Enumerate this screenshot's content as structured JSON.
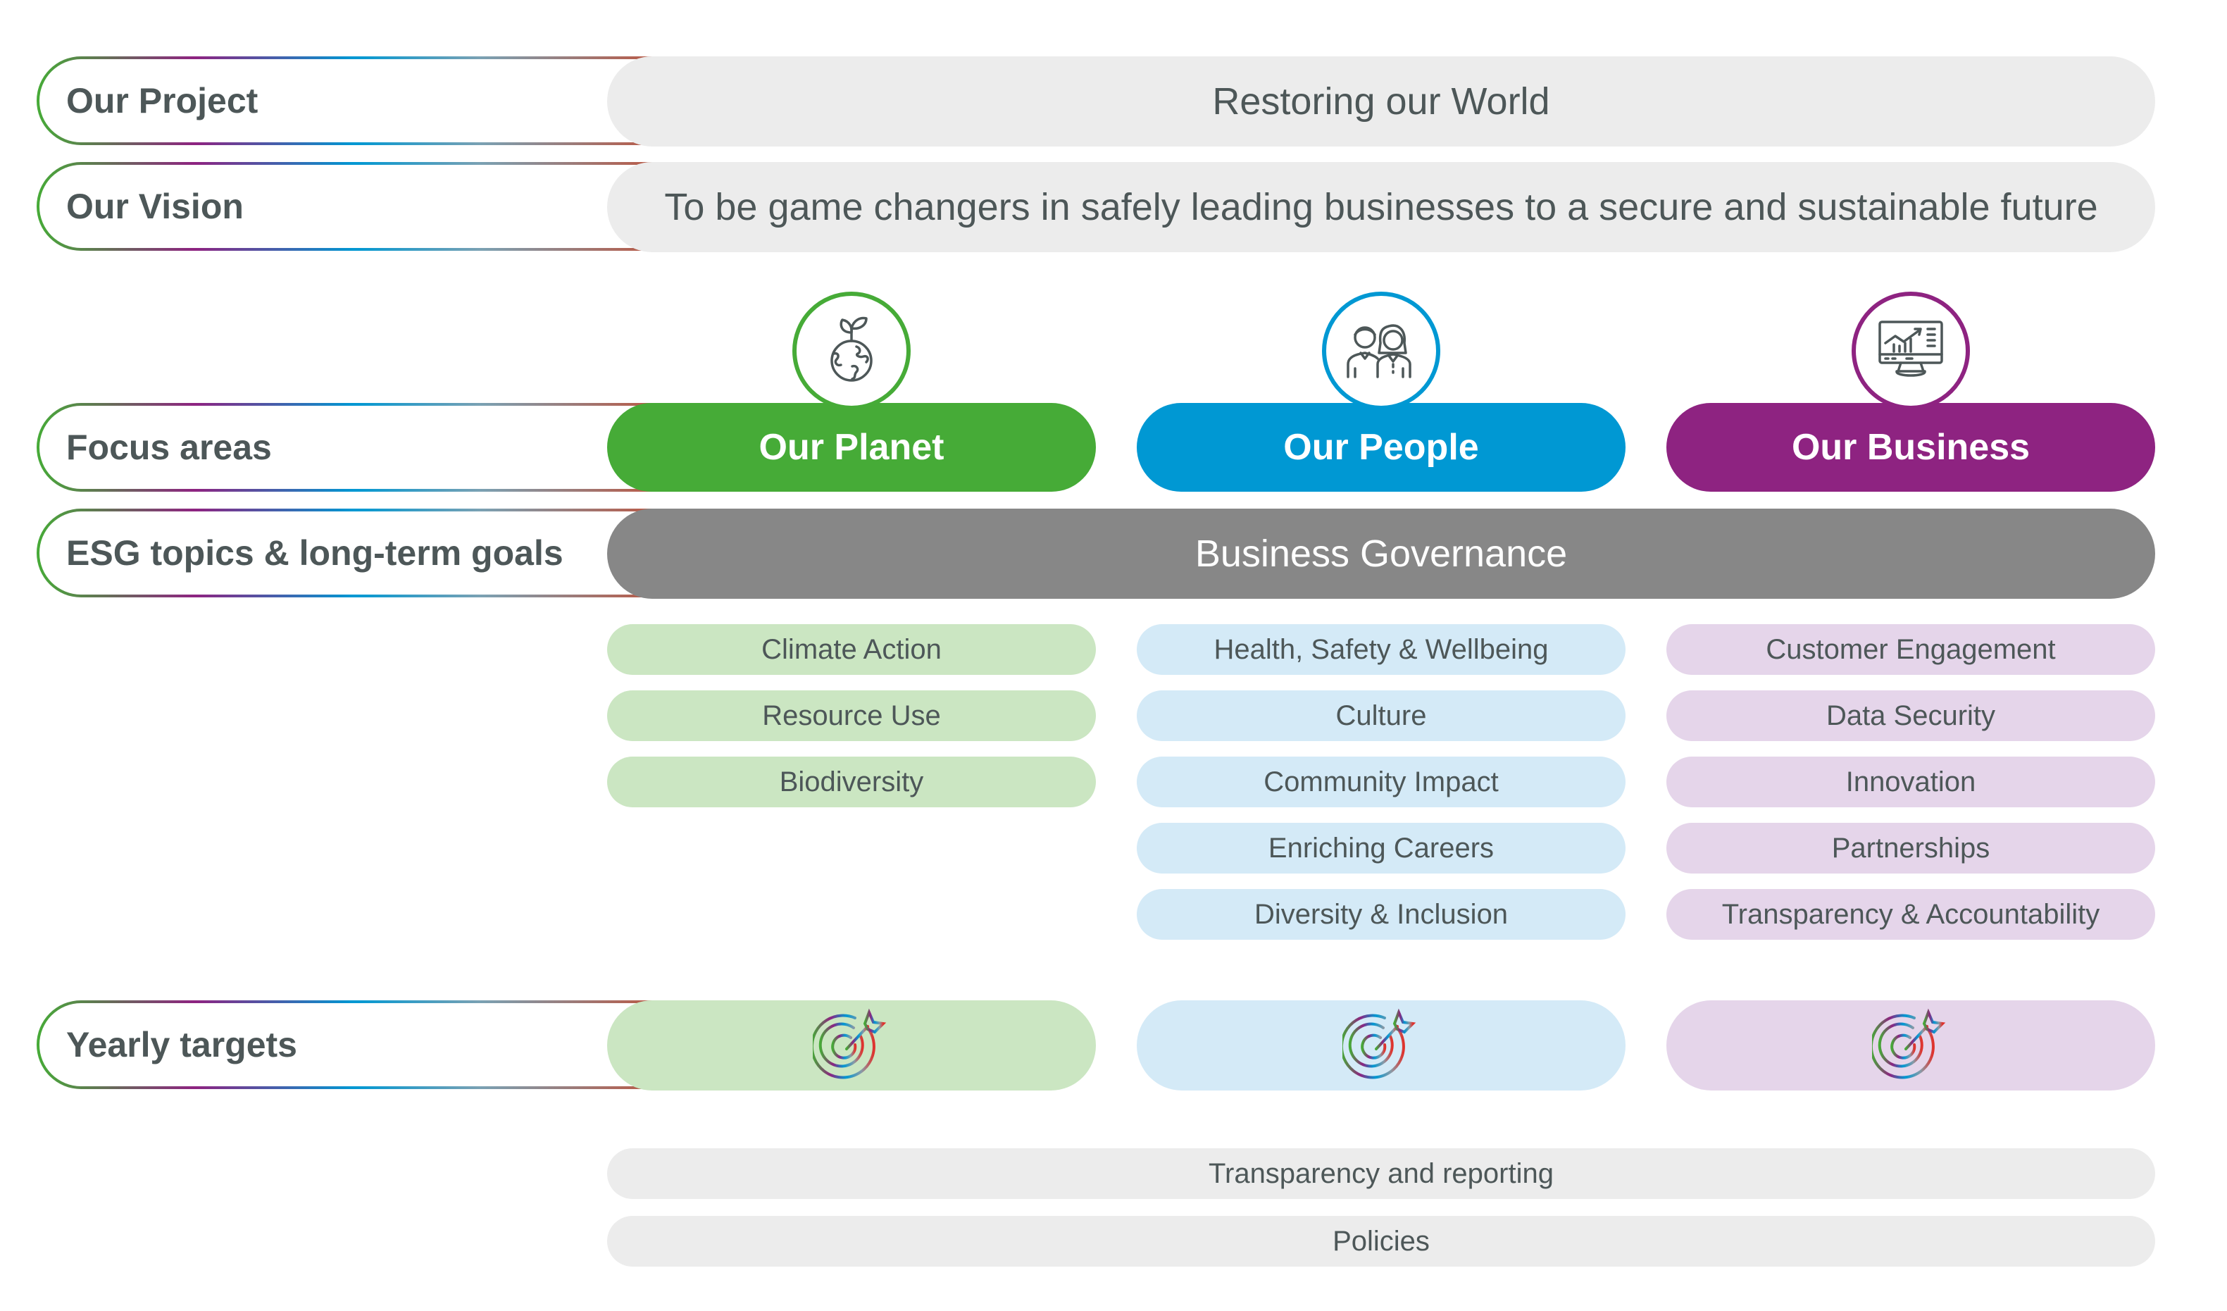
{
  "rows": {
    "project": {
      "label": "Our Project",
      "value": "Restoring our World"
    },
    "vision": {
      "label": "Our Vision",
      "value": "To be game changers in safely leading businesses to a secure and sustainable future"
    },
    "focus": {
      "label": "Focus areas"
    },
    "esg": {
      "label": "ESG topics & long-term goals",
      "value": "Business Governance"
    },
    "yearly": {
      "label": "Yearly targets"
    }
  },
  "pillars": [
    {
      "title": "Our Planet",
      "icon": "planet-sprout-icon",
      "color": "#46ab37",
      "light": "#cbe6c2",
      "topics": [
        "Climate Action",
        "Resource Use",
        "Biodiversity"
      ]
    },
    {
      "title": "Our People",
      "icon": "people-icon",
      "color": "#0098d3",
      "light": "#d4eaf7",
      "topics": [
        "Health, Safety & Wellbeing",
        "Culture",
        "Community Impact",
        "Enriching Careers",
        "Diversity & Inclusion"
      ]
    },
    {
      "title": "Our Business",
      "icon": "business-chart-monitor-icon",
      "color": "#8e2381",
      "light": "#e5d5ea",
      "topics": [
        "Customer Engagement",
        "Data Security",
        "Innovation",
        "Partnerships",
        "Transparency & Accountability"
      ]
    }
  ],
  "footer": {
    "reporting": "Transparency and reporting",
    "policies": "Policies"
  },
  "colors": {
    "text": "#4d5758",
    "governance": "#878787",
    "light_bar": "#ececec"
  }
}
